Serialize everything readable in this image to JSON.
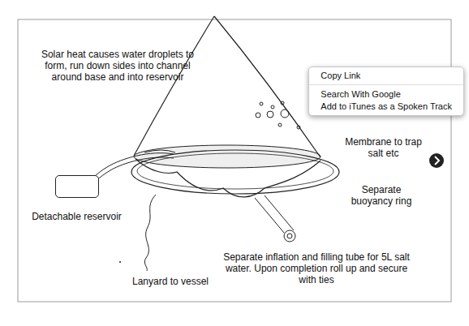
{
  "diagram": {
    "nodes": [
      {
        "text": [
          "Copy Link",
          "Search With Google",
          "Add to iTunes as a Spoken Track"
        ]
      },
      {
        "text": [
          "Detachable reservoir"
        ]
      }
    ],
    "labels": [
      "Solar heat causes water droplets to form, run down sides into channel around base and into reservoir",
      "Membrane to trap salt etc",
      "Separate buoyancy ring",
      "Separate inflation and filling tube for 5L salt water. Upon completion roll up and secure with ties",
      "Lanyard to vessel"
    ]
  }
}
